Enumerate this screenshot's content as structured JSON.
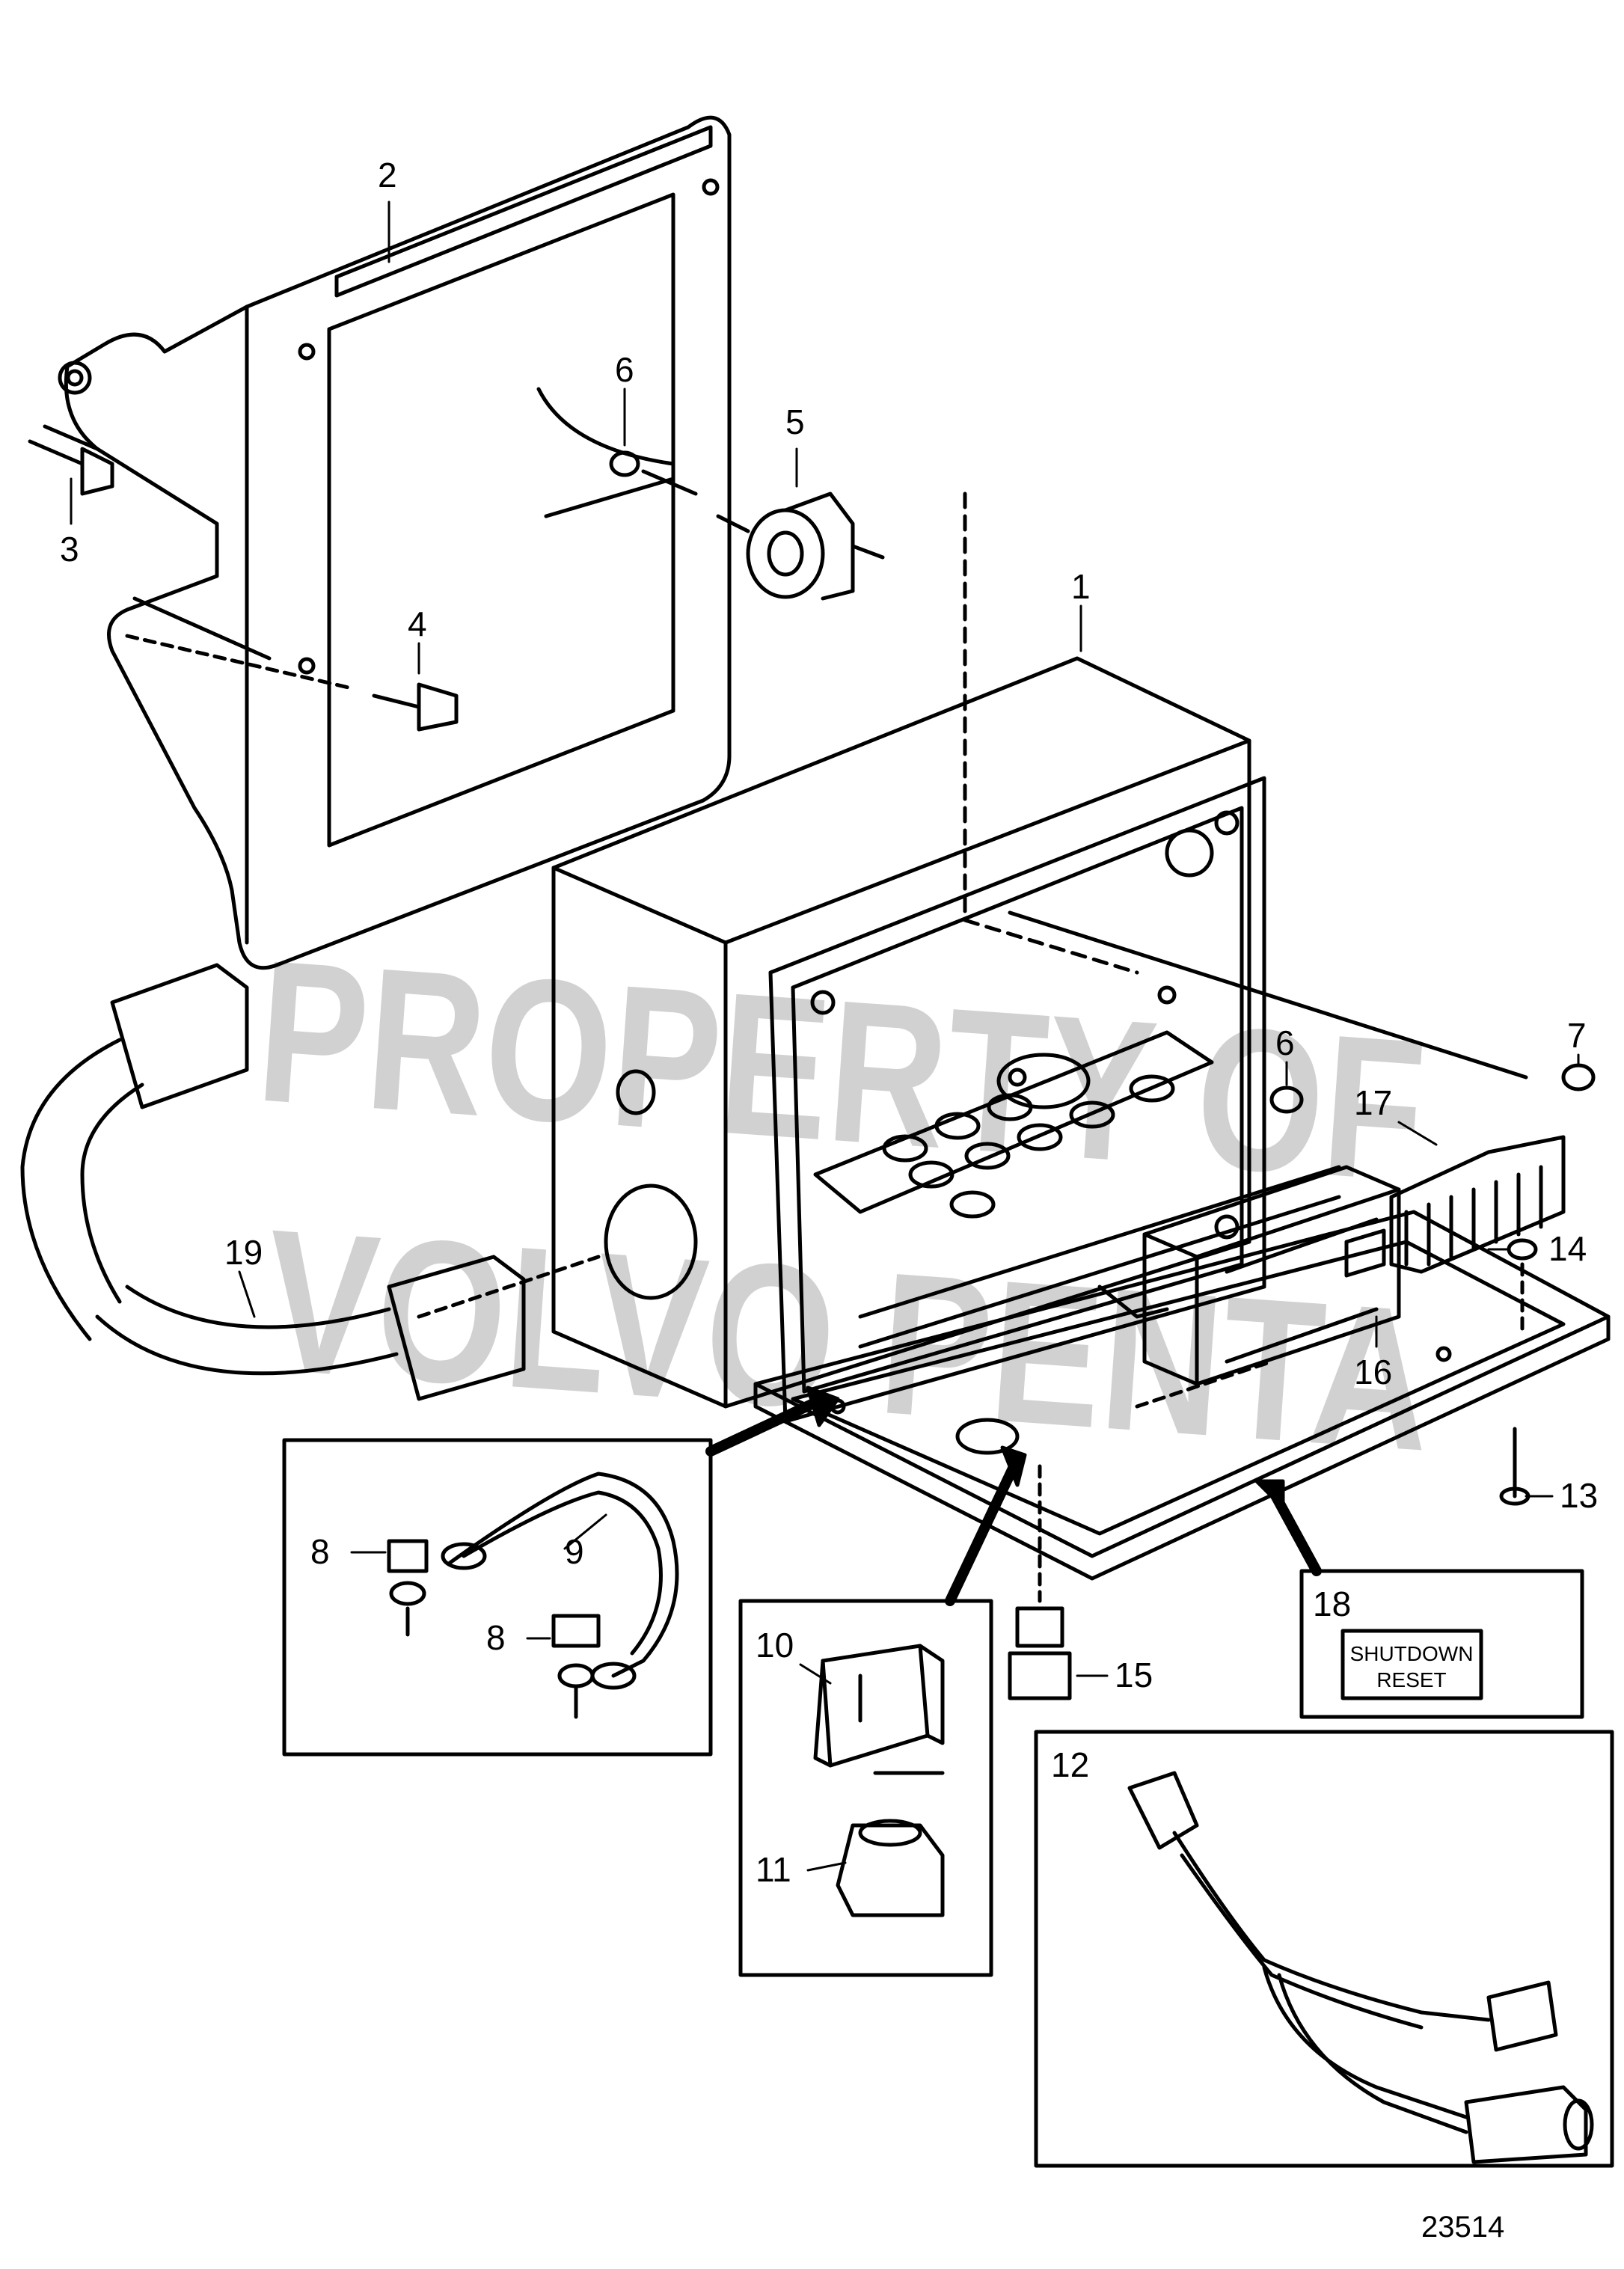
{
  "figure_id": "23514",
  "watermark": {
    "line1": "PROPERTY OF",
    "line2": "VOLVO PENTA"
  },
  "callouts": {
    "c1": "1",
    "c2": "2",
    "c3": "3",
    "c4": "4",
    "c5": "5",
    "c6a": "6",
    "c6b": "6",
    "c7": "7",
    "c8a": "8",
    "c8b": "8",
    "c9": "9",
    "c10": "10",
    "c11": "11",
    "c12": "12",
    "c13": "13",
    "c14": "14",
    "c15": "15",
    "c16": "16",
    "c17": "17",
    "c18": "18",
    "c19": "19"
  },
  "decal": {
    "line1": "SHUTDOWN",
    "line2": "RESET"
  },
  "colors": {
    "line": "#000000",
    "watermark": "#c9c9c9",
    "background": "#ffffff"
  }
}
